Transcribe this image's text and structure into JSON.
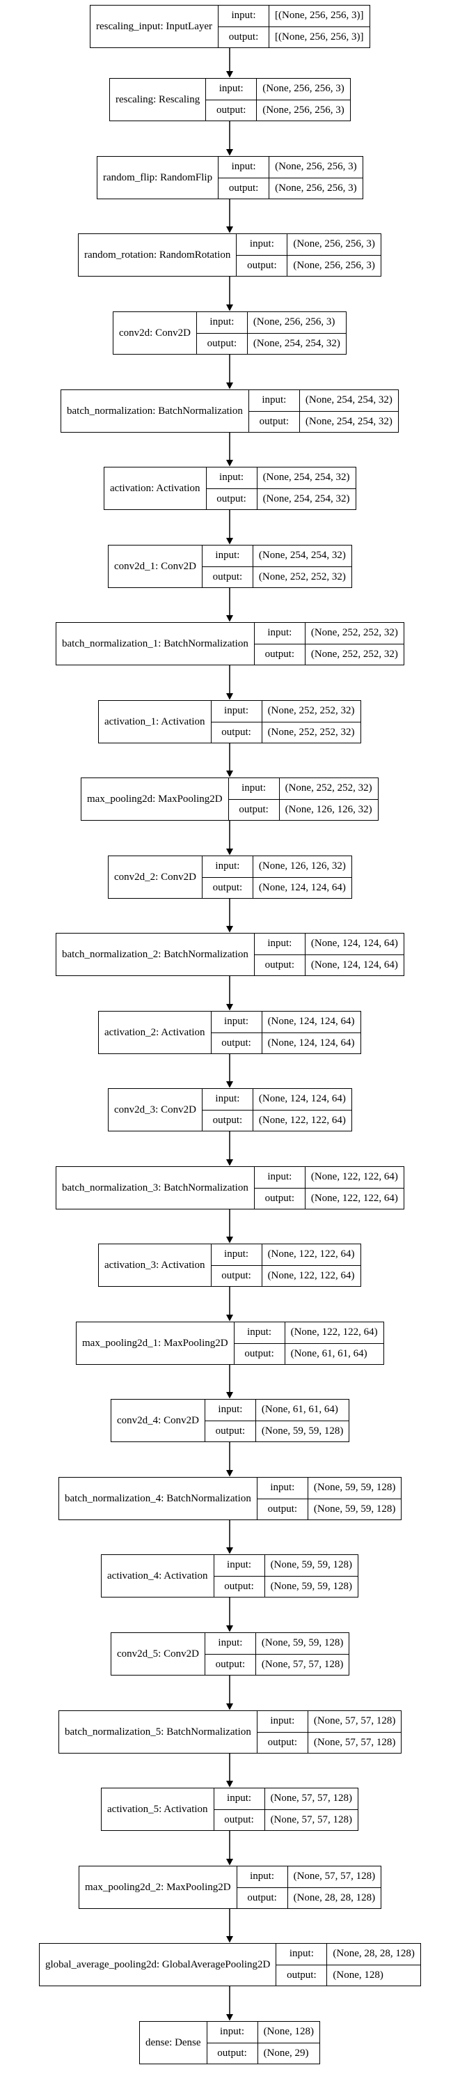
{
  "nodes": [
    {
      "label": "rescaling_input: InputLayer",
      "input_label": "input:",
      "output_label": "output:",
      "input": "[(None, 256, 256, 3)]",
      "output": "[(None, 256, 256, 3)]"
    },
    {
      "label": "rescaling: Rescaling",
      "input_label": "input:",
      "output_label": "output:",
      "input": "(None, 256, 256, 3)",
      "output": "(None, 256, 256, 3)"
    },
    {
      "label": "random_flip: RandomFlip",
      "input_label": "input:",
      "output_label": "output:",
      "input": "(None, 256, 256, 3)",
      "output": "(None, 256, 256, 3)"
    },
    {
      "label": "random_rotation: RandomRotation",
      "input_label": "input:",
      "output_label": "output:",
      "input": "(None, 256, 256, 3)",
      "output": "(None, 256, 256, 3)"
    },
    {
      "label": "conv2d: Conv2D",
      "input_label": "input:",
      "output_label": "output:",
      "input": "(None, 256, 256, 3)",
      "output": "(None, 254, 254, 32)"
    },
    {
      "label": "batch_normalization: BatchNormalization",
      "input_label": "input:",
      "output_label": "output:",
      "input": "(None, 254, 254, 32)",
      "output": "(None, 254, 254, 32)"
    },
    {
      "label": "activation: Activation",
      "input_label": "input:",
      "output_label": "output:",
      "input": "(None, 254, 254, 32)",
      "output": "(None, 254, 254, 32)"
    },
    {
      "label": "conv2d_1: Conv2D",
      "input_label": "input:",
      "output_label": "output:",
      "input": "(None, 254, 254, 32)",
      "output": "(None, 252, 252, 32)"
    },
    {
      "label": "batch_normalization_1: BatchNormalization",
      "input_label": "input:",
      "output_label": "output:",
      "input": "(None, 252, 252, 32)",
      "output": "(None, 252, 252, 32)"
    },
    {
      "label": "activation_1: Activation",
      "input_label": "input:",
      "output_label": "output:",
      "input": "(None, 252, 252, 32)",
      "output": "(None, 252, 252, 32)"
    },
    {
      "label": "max_pooling2d: MaxPooling2D",
      "input_label": "input:",
      "output_label": "output:",
      "input": "(None, 252, 252, 32)",
      "output": "(None, 126, 126, 32)"
    },
    {
      "label": "conv2d_2: Conv2D",
      "input_label": "input:",
      "output_label": "output:",
      "input": "(None, 126, 126, 32)",
      "output": "(None, 124, 124, 64)"
    },
    {
      "label": "batch_normalization_2: BatchNormalization",
      "input_label": "input:",
      "output_label": "output:",
      "input": "(None, 124, 124, 64)",
      "output": "(None, 124, 124, 64)"
    },
    {
      "label": "activation_2: Activation",
      "input_label": "input:",
      "output_label": "output:",
      "input": "(None, 124, 124, 64)",
      "output": "(None, 124, 124, 64)"
    },
    {
      "label": "conv2d_3: Conv2D",
      "input_label": "input:",
      "output_label": "output:",
      "input": "(None, 124, 124, 64)",
      "output": "(None, 122, 122, 64)"
    },
    {
      "label": "batch_normalization_3: BatchNormalization",
      "input_label": "input:",
      "output_label": "output:",
      "input": "(None, 122, 122, 64)",
      "output": "(None, 122, 122, 64)"
    },
    {
      "label": "activation_3: Activation",
      "input_label": "input:",
      "output_label": "output:",
      "input": "(None, 122, 122, 64)",
      "output": "(None, 122, 122, 64)"
    },
    {
      "label": "max_pooling2d_1: MaxPooling2D",
      "input_label": "input:",
      "output_label": "output:",
      "input": "(None, 122, 122, 64)",
      "output": "(None, 61, 61, 64)"
    },
    {
      "label": "conv2d_4: Conv2D",
      "input_label": "input:",
      "output_label": "output:",
      "input": "(None, 61, 61, 64)",
      "output": "(None, 59, 59, 128)"
    },
    {
      "label": "batch_normalization_4: BatchNormalization",
      "input_label": "input:",
      "output_label": "output:",
      "input": "(None, 59, 59, 128)",
      "output": "(None, 59, 59, 128)"
    },
    {
      "label": "activation_4: Activation",
      "input_label": "input:",
      "output_label": "output:",
      "input": "(None, 59, 59, 128)",
      "output": "(None, 59, 59, 128)"
    },
    {
      "label": "conv2d_5: Conv2D",
      "input_label": "input:",
      "output_label": "output:",
      "input": "(None, 59, 59, 128)",
      "output": "(None, 57, 57, 128)"
    },
    {
      "label": "batch_normalization_5: BatchNormalization",
      "input_label": "input:",
      "output_label": "output:",
      "input": "(None, 57, 57, 128)",
      "output": "(None, 57, 57, 128)"
    },
    {
      "label": "activation_5: Activation",
      "input_label": "input:",
      "output_label": "output:",
      "input": "(None, 57, 57, 128)",
      "output": "(None, 57, 57, 128)"
    },
    {
      "label": "max_pooling2d_2: MaxPooling2D",
      "input_label": "input:",
      "output_label": "output:",
      "input": "(None, 57, 57, 128)",
      "output": "(None, 28, 28, 128)"
    },
    {
      "label": "global_average_pooling2d: GlobalAveragePooling2D",
      "input_label": "input:",
      "output_label": "output:",
      "input": "(None, 28, 28, 128)",
      "output": "(None, 128)"
    },
    {
      "label": "dense: Dense",
      "input_label": "input:",
      "output_label": "output:",
      "input": "(None, 128)",
      "output": "(None, 29)"
    }
  ],
  "colors": {
    "stroke": "#000000",
    "background": "#ffffff"
  }
}
